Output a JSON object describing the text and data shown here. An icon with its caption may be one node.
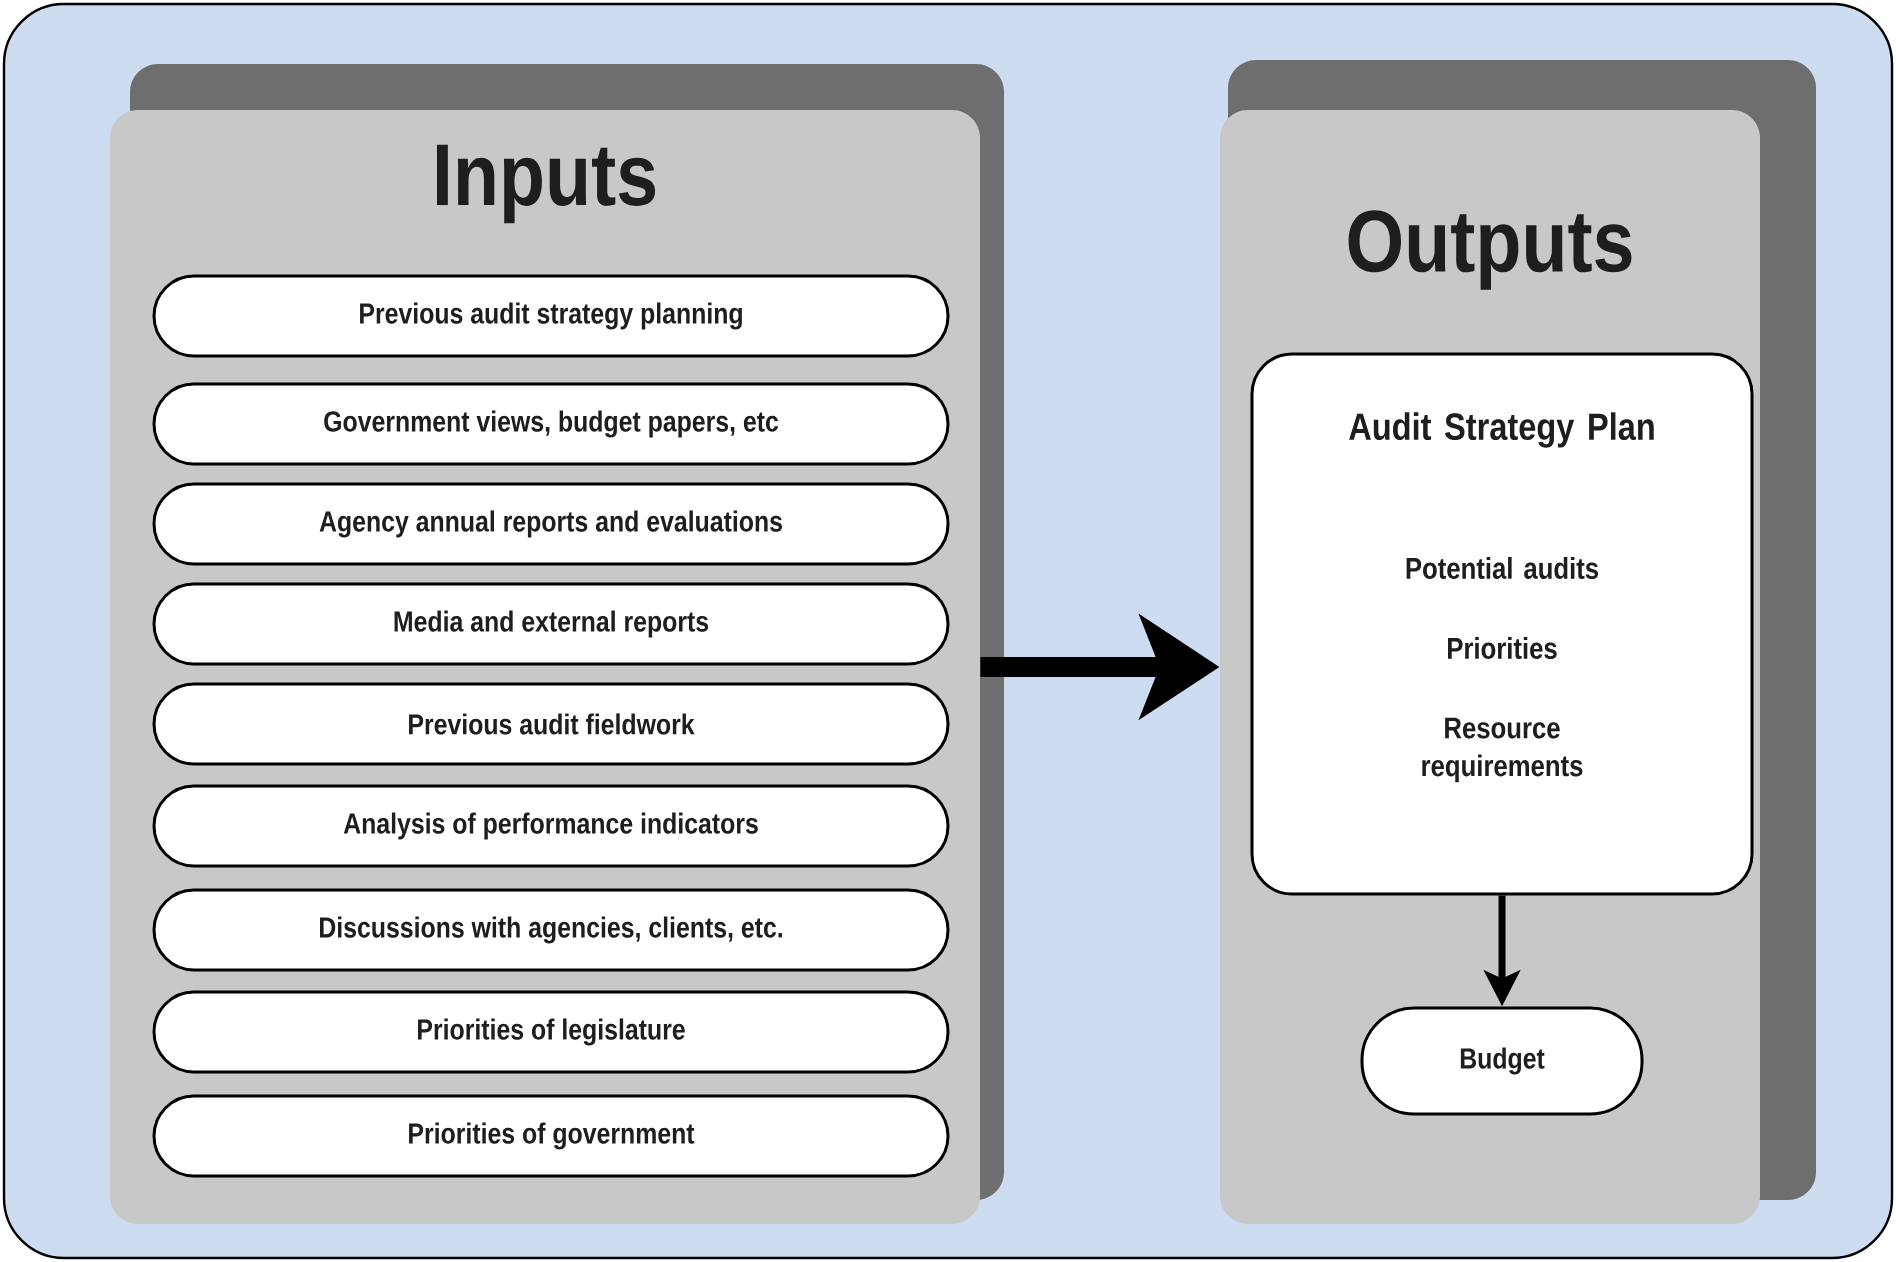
{
  "diagram": {
    "nodes": [
      {
        "text": [
          "Inputs"
        ]
      },
      {
        "text": [
          "Previous audit strategy planning"
        ],
        "in": 0
      },
      {
        "text": [
          "Government views, budget papers, etc"
        ],
        "in": 0
      },
      {
        "text": [
          "Agency annual reports and evaluations"
        ],
        "in": 0
      },
      {
        "text": [
          "Media and external reports"
        ],
        "in": 0
      },
      {
        "text": [
          "Previous audit fieldwork"
        ],
        "in": 0
      },
      {
        "text": [
          "Analysis of performance indicators"
        ],
        "in": 0
      },
      {
        "text": [
          "Discussions with agencies, clients, etc."
        ],
        "in": 0
      },
      {
        "text": [
          "Priorities of legislature"
        ],
        "in": 0
      },
      {
        "text": [
          "Priorities of government"
        ],
        "in": 0
      },
      {
        "text": [
          "Outputs"
        ]
      },
      {
        "text": [
          "Audit Strategy Plan",
          "Potential audits",
          "Priorities",
          "Resource requirements"
        ],
        "in": 10
      },
      {
        "text": [
          "Budget"
        ],
        "in": 10
      }
    ],
    "edges": [
      {
        "from": 0,
        "to": 10,
        "arrow": "to",
        "style": "thick"
      },
      {
        "from": 11,
        "to": 12,
        "arrow": "to"
      }
    ]
  }
}
